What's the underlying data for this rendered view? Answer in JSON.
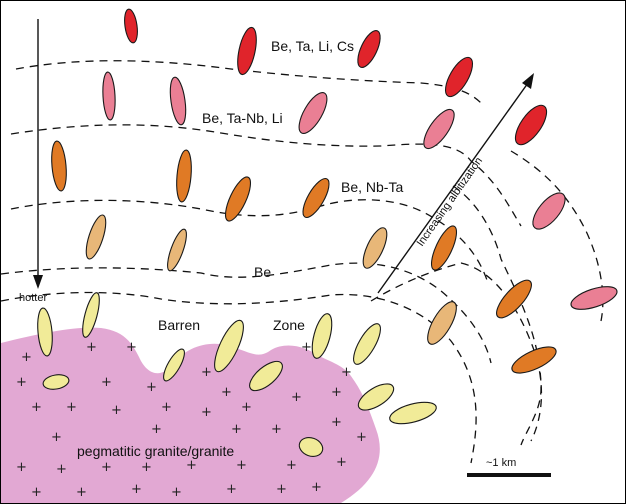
{
  "zones": [
    {
      "id": "z1",
      "label": "Be, Ta, Li, Cs"
    },
    {
      "id": "z2",
      "label": "Be, Ta-Nb, Li"
    },
    {
      "id": "z3",
      "label": "Be, Nb-Ta"
    },
    {
      "id": "z4",
      "label": "Be"
    },
    {
      "id": "z5",
      "label": "Barren"
    },
    {
      "id": "z6",
      "label": "Zone"
    }
  ],
  "granite_label": "pegmatitic granite/granite",
  "temperature_label": "hotter",
  "albitization_label": "Increasing albitization",
  "scale_label": "~1 km",
  "colors": {
    "granite_fill": "#e2a8d3",
    "zone_cs": "#e0242b",
    "zone_li": "#ea7f94",
    "zone_nb": "#e07a25",
    "zone_be": "#e8b778",
    "zone_barren": "#f1eb98"
  }
}
